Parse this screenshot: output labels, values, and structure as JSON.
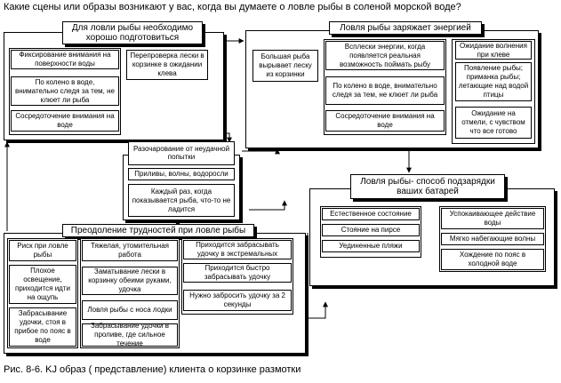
{
  "title": "Какие сцены или образы возникают у вас, когда вы думаете о ловле рыбы в соленой морской воде?",
  "caption": "Рис. 8-6. KJ образ ( представление) клиента о корзинке размотки",
  "groups": {
    "prepared": {
      "header": "Для ловли рыбы необходимо хорошо подготовиться",
      "fixation": "Фиксирование внимания на поверхности воды",
      "knee_deep": "По колено в воде, внимательно следя за тем, не клюет ли рыба",
      "focus": "Сосредоточение внимания на воде",
      "recheck": "Перепроверка лески в корзинке в ожидании клева"
    },
    "energy": {
      "header": "Ловля рыбы заряжает энергией",
      "big_fish": "Большая рыба вырывает леску из корзинки",
      "burst": "Всплески энергии, когда появляется реальная возможность поймать рыбу",
      "knee_deep": "По колено в воде, внимательно следя за тем, не клюет ли рыба",
      "focus": "Сосредоточение внимания на воде",
      "wave_wait": "Ожидание волнения при клеве",
      "fish_appear": "Появление рыбы; приманка рыбы; летающие над водой птицы",
      "shoal_wait": "Ожидание на отмели, с чувством что все готово"
    },
    "disappointment": {
      "header": "Разочарование от неудачной попытки",
      "tides": "Приливы, волны, водоросли",
      "every_time": "Каждый раз, когда показывается рыба, что-то не ладится"
    },
    "recharge": {
      "header": "Ловля рыбы- способ подзарядки ваших батарей",
      "natural_header": "Естественное состояние",
      "pier": "Стояние на пирсе",
      "beaches": "Уединенные пляжи",
      "soothing_header": "Успокаивающее действие воды",
      "waves": "Мягко набегающие волны",
      "wading": "Хождение по пояс в холодной воде"
    },
    "difficulties": {
      "header": "Преодоление трудностей при ловле рыбы",
      "risk": "Риск при ловле рыбы",
      "lighting": "Плохое освещение, приходится идти на ощупь",
      "casting_waist": "Забрасывание удочки, стоя в прибое по пояс в воде",
      "hard_work": "Тяжелая, утомительная работа",
      "tangle": "Заматывание лески в корзинку обеими руками, удочка",
      "boat": "Ловля рыбы с носа лодки",
      "strait": "Забрасывание удочки в проливе, где сильное течение",
      "extreme": "Приходится забрасывать удочку в экстремальных",
      "fast": "Приходится быстро забрасывать удочку",
      "two_sec": "Нужно забросить удочку за 2 секунды"
    }
  }
}
